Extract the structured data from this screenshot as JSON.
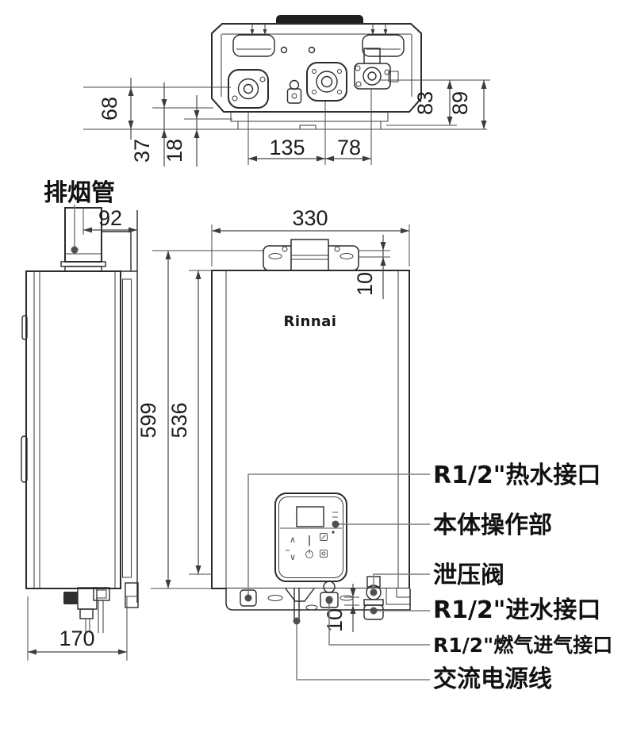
{
  "drawing": {
    "title_note": "gas water heater dimensional drawing, three views",
    "brand": {
      "logo": "Rinnai"
    }
  },
  "labels": {
    "flue": "排烟管",
    "hot_water": "R1/2\"热水接口",
    "control_panel": "本体操作部",
    "relief_valve": "泄压阀",
    "cold_water": "R1/2\"进水接口",
    "gas_inlet": "R1/2\"燃气进气接口",
    "power_cord": "交流电源线"
  },
  "dimensions": {
    "d68": "68",
    "d37": "37",
    "d18": "18",
    "d135": "135",
    "d78": "78",
    "d83": "83",
    "d89": "89",
    "d92": "92",
    "d170": "170",
    "d330": "330",
    "d10_top": "10",
    "d599": "599",
    "d536": "536",
    "d10_bottom": "10"
  },
  "panel": {
    "up": "∧",
    "down": "∨",
    "bar": "|"
  }
}
